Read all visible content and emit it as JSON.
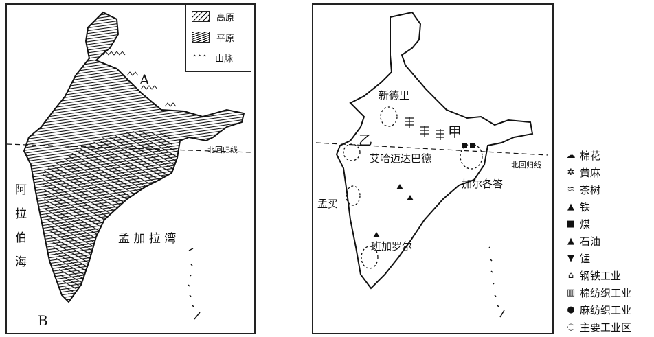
{
  "left_map": {
    "legend": [
      {
        "label": "高原",
        "icon": "plateau-hatch"
      },
      {
        "label": "平原",
        "icon": "plain-hatch"
      },
      {
        "label": "山脉",
        "icon": "mountain-symbol"
      }
    ],
    "label_a": "A",
    "label_b": "B",
    "tropic": "北回归线",
    "arabian_sea": [
      "阿",
      "拉",
      "伯",
      "海"
    ],
    "bay_of_bengal": "孟 加 拉 湾"
  },
  "right_map": {
    "cities": {
      "delhi": "新德里",
      "ahmedabad": "艾哈迈达巴德",
      "kolkata": "加尔各答",
      "mumbai": "孟买",
      "bangalore": "班加罗尔"
    },
    "label_jia": "甲",
    "label_yi": "乙",
    "tropic": "北回归线"
  },
  "resource_legend": [
    {
      "label": "棉花",
      "icon": "cotton-icon",
      "glyph": "☁"
    },
    {
      "label": "黄麻",
      "icon": "jute-icon",
      "glyph": "✲"
    },
    {
      "label": "茶树",
      "icon": "tea-icon",
      "glyph": "≋"
    },
    {
      "label": "铁",
      "icon": "iron-icon",
      "glyph": "▲"
    },
    {
      "label": "煤",
      "icon": "coal-icon",
      "glyph": "■"
    },
    {
      "label": "石油",
      "icon": "oil-icon",
      "glyph": "▲"
    },
    {
      "label": "锰",
      "icon": "manganese-icon",
      "glyph": "▼"
    },
    {
      "label": "钢铁工业",
      "icon": "steel-industry-icon",
      "glyph": "⌂"
    },
    {
      "label": "棉纺织工业",
      "icon": "cotton-textile-icon",
      "glyph": "▥"
    },
    {
      "label": "麻纺织工业",
      "icon": "jute-textile-icon",
      "glyph": "●"
    },
    {
      "label": "主要工业区",
      "icon": "industrial-zone-icon",
      "glyph": "◌"
    }
  ]
}
